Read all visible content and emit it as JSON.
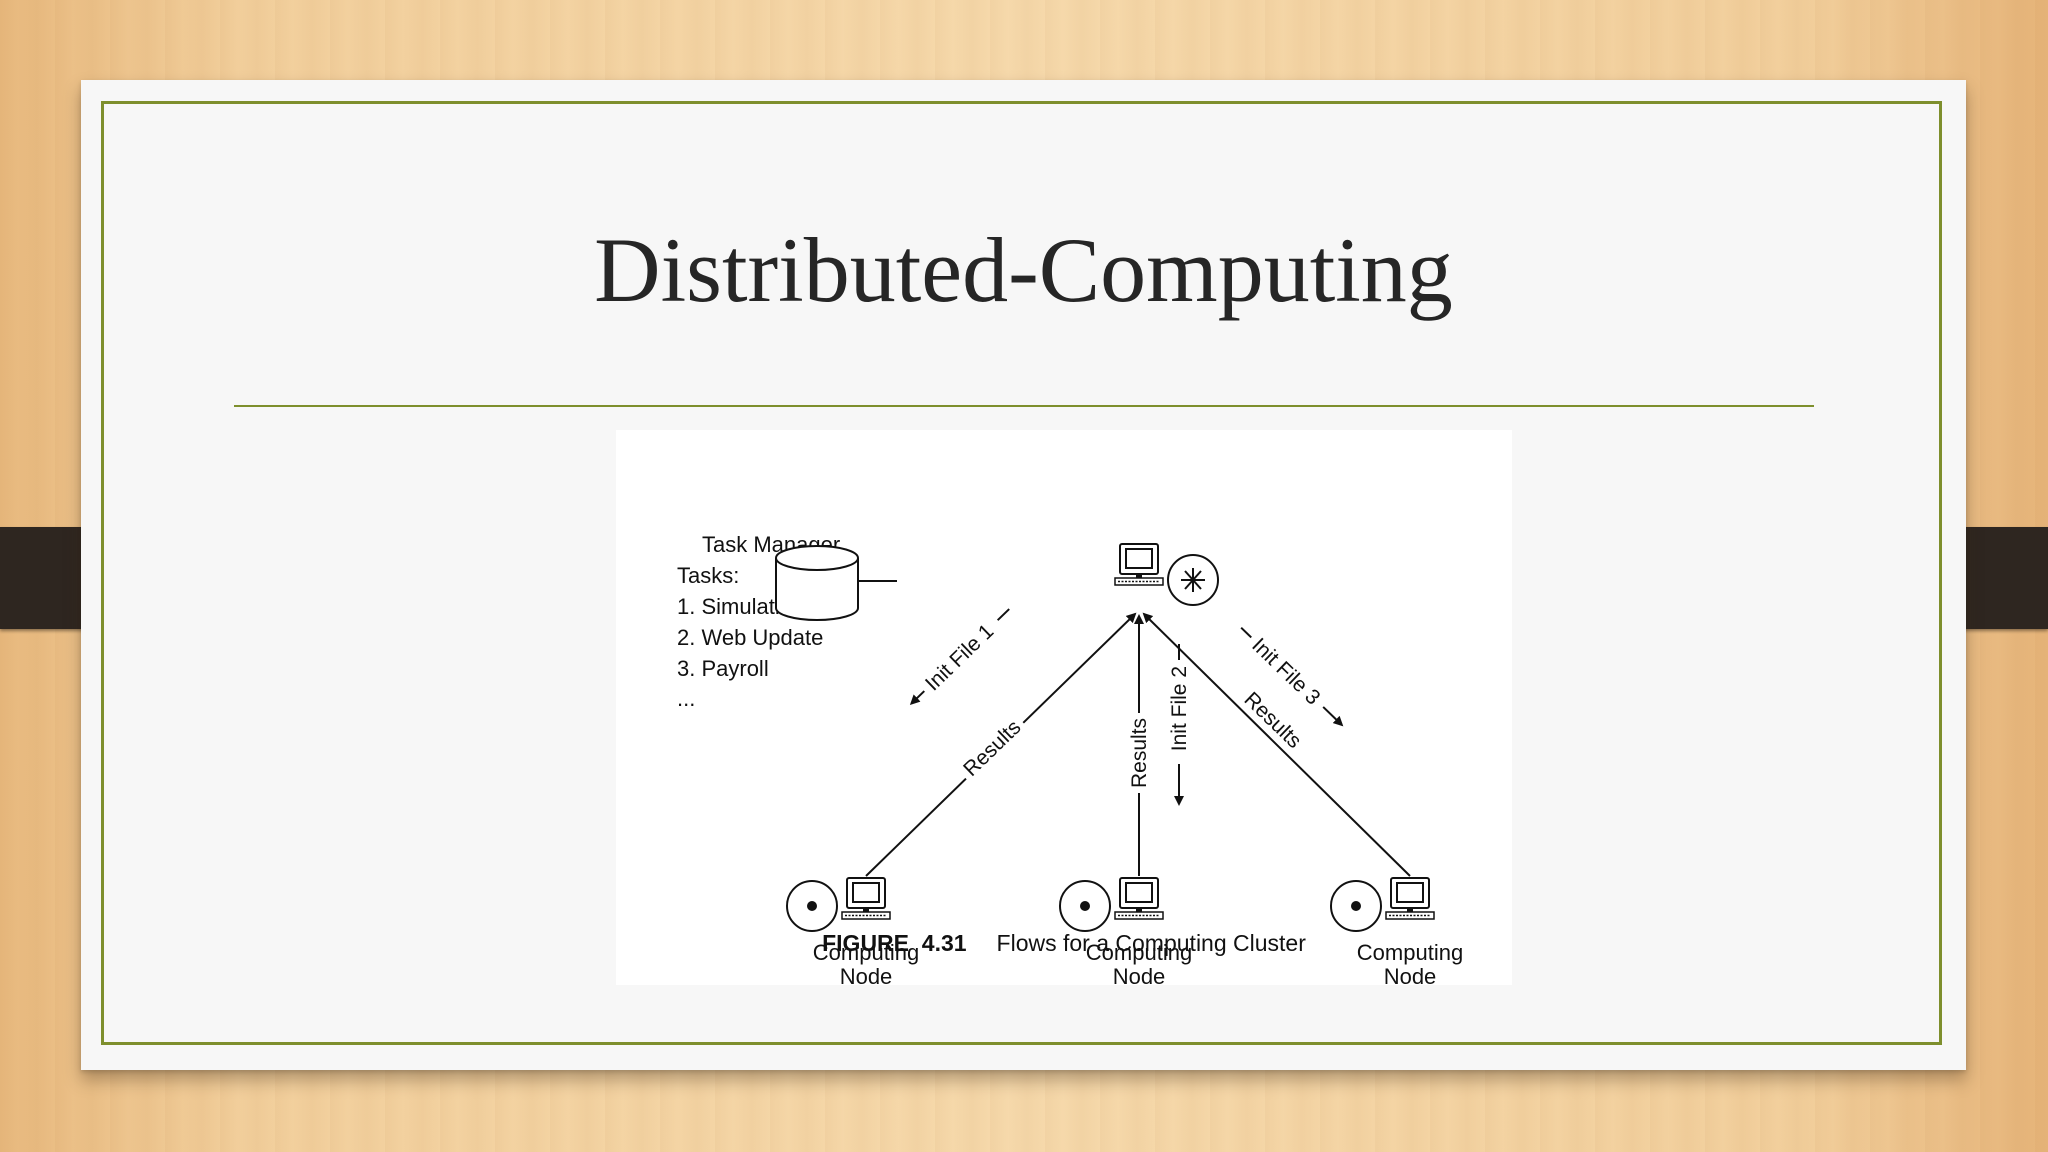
{
  "slide": {
    "title": "Distributed-Computing"
  },
  "figure": {
    "task_manager_label": "Task Manager",
    "tasks_label": "Tasks:",
    "tasks": [
      "1. Simulation",
      "2. Web Update",
      "3. Payroll",
      "..."
    ],
    "edge_labels": {
      "init_file_1": "Init File 1",
      "init_file_2": "Init File 2",
      "init_file_3": "Init File 3",
      "results": "Results"
    },
    "node_label_line1": "Computing",
    "node_label_line2": "Node",
    "caption_number": "FIGURE  4.31",
    "caption_text": "Flows for a Computing Cluster"
  },
  "colors": {
    "accent": "#7e8f2d",
    "title_text": "#262626",
    "clip": "#2e2620"
  }
}
